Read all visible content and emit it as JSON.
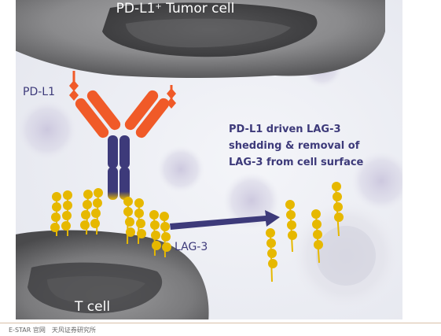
{
  "diagram": {
    "tumor_cell_label": "PD-L1",
    "tumor_cell_label_sup": "+",
    "tumor_cell_label_suffix": " Tumor cell",
    "pdl1_label": "PD-L1",
    "lag3_label": "LAG-3",
    "tcell_label": "T cell",
    "annotation": {
      "line1": "PD-L1 driven LAG-3",
      "line2": "shedding & removal of",
      "line3": "LAG-3 from cell surface"
    },
    "colors": {
      "pdl1": "#f05a28",
      "antibody": "#3d3a7a",
      "lag3": "#e6b800",
      "arrow": "#3d3a7a",
      "label_text": "#3d3a7a",
      "background": "#eceef5"
    }
  },
  "footer": {
    "text": "E-STAR 官网　天风证券研究所"
  }
}
